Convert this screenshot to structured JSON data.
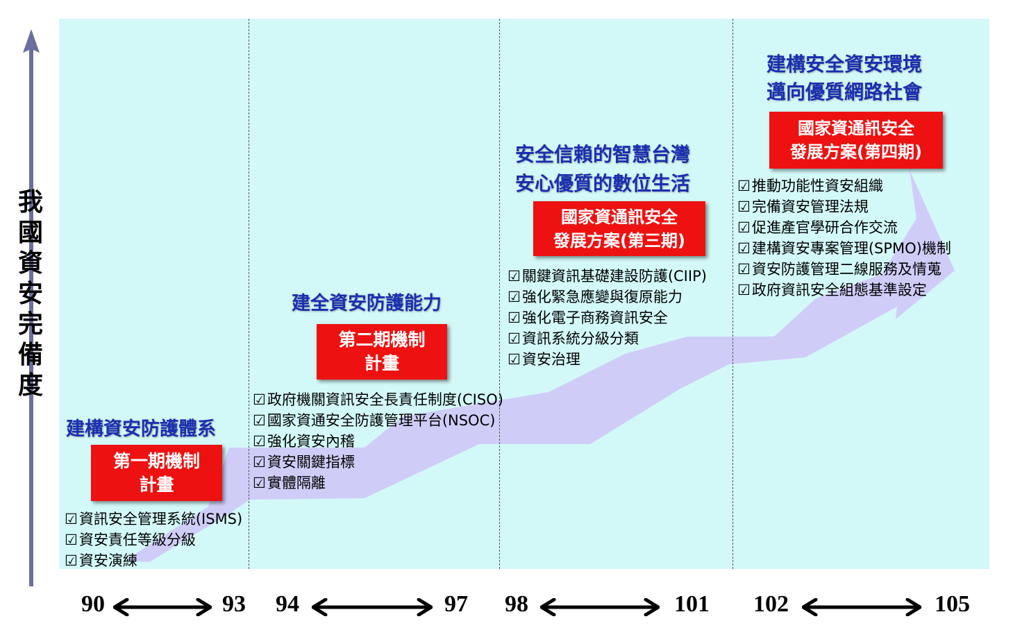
{
  "y_axis_label": "我國資安完備度",
  "phases": [
    {
      "title": "建構資安防護體系",
      "plan_lines": [
        "第一期機制",
        "計畫"
      ],
      "items": [
        "資訊安全管理系統(ISMS)",
        "資安責任等級分級",
        "資安演練"
      ],
      "start_year": "90",
      "end_year": "93"
    },
    {
      "title": "建全資安防護能力",
      "plan_lines": [
        "第二期機制",
        "計畫"
      ],
      "items": [
        "政府機關資訊安全長責任制度(CISO)",
        "國家資通安全防護管理平台(NSOC)",
        "強化資安內稽",
        "資安關鍵指標",
        "實體隔離"
      ],
      "start_year": "94",
      "end_year": "97"
    },
    {
      "title_lines": [
        "安全信賴的智慧台灣",
        "安心優質的數位生活"
      ],
      "plan_lines": [
        "國家資通訊安全",
        "發展方案(第三期)"
      ],
      "items": [
        "關鍵資訊基礎建設防護(CIIP)",
        "強化緊急應變與復原能力",
        "強化電子商務資訊安全",
        "資訊系統分級分類",
        "資安治理"
      ],
      "start_year": "98",
      "end_year": "101"
    },
    {
      "title_lines": [
        "建構安全資安環境",
        "邁向優質網路社會"
      ],
      "plan_lines": [
        "國家資通訊安全",
        "發展方案(第四期)"
      ],
      "items": [
        "推動功能性資安組織",
        "完備資安管理法規",
        "促進產官學研合作交流",
        "建構資安專案管理(SPMO)機制",
        "資安防護管理二線服務及情蒐",
        "政府資訊安全組態基準設定"
      ],
      "start_year": "102",
      "end_year": "105"
    }
  ],
  "colors": {
    "panel_bg": "#d3f8f8",
    "staircase_arrow": "#cfcdf8",
    "title_blue": "#1a2fb0",
    "plan_box_red": "#ee1111",
    "y_axis_arrow": "#6b6f9e"
  }
}
